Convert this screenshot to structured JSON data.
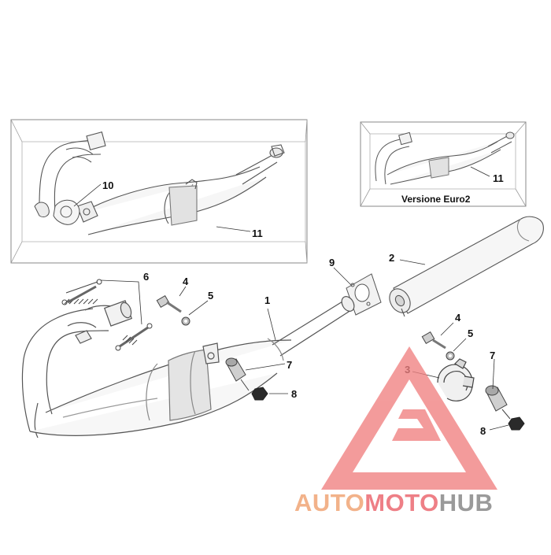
{
  "diagram": {
    "callouts": {
      "c1": "1",
      "c2": "2",
      "c3": "3",
      "c4a": "4",
      "c4b": "4",
      "c5a": "5",
      "c5b": "5",
      "c6": "6",
      "c7a": "7",
      "c7b": "7",
      "c8a": "8",
      "c8b": "8",
      "c9": "9",
      "c10": "10",
      "c11a": "11",
      "c11b": "11"
    },
    "inset_caption": "Versione Euro2"
  },
  "watermark": {
    "part1": "AUTO",
    "part2": "MOTO",
    "part3": "HUB",
    "colors": {
      "auto": "#f2b28a",
      "moto": "#ee7f86",
      "hub": "#9a9a9a",
      "triangle": "#f08080"
    }
  },
  "colors": {
    "line": "#555555",
    "frame": "#8a8a8a",
    "shade": "#d6d6d6"
  }
}
